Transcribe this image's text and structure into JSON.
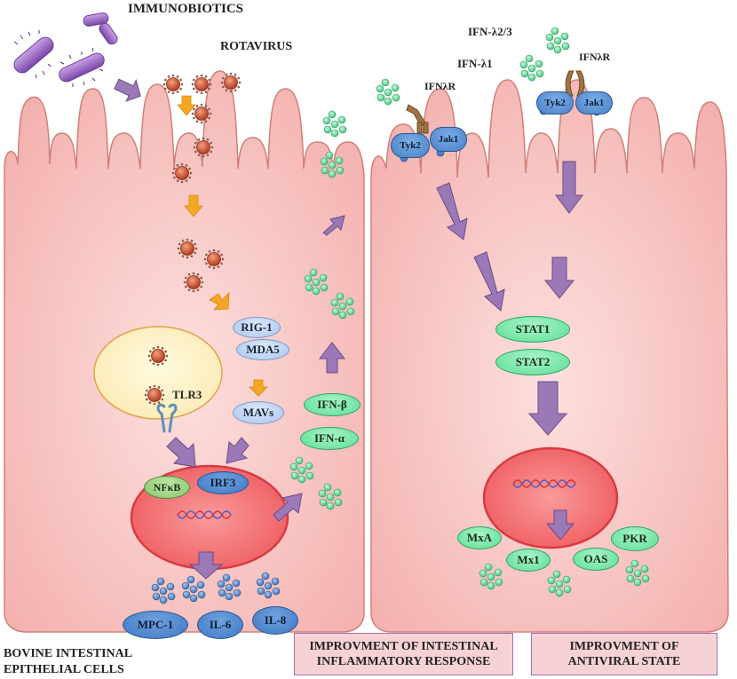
{
  "labels": {
    "immunobiotics": "IMMUNOBIOTICS",
    "rotavirus": "ROTAVIRUS",
    "ifn_l23": "IFN-λ2/3",
    "ifn_l1": "IFN-λ1",
    "ifnlr_left": "IFNλR",
    "ifnlr_right": "IFNλR",
    "tlr3": "TLR3",
    "cells_line1": "BOVINE INTESTINAL",
    "cells_line2": "EPITHELIAL CELLS"
  },
  "receptor_kinases": {
    "tyk2_left": "Tyk2",
    "jak1_left": "Jak1",
    "tyk2_right": "Tyk2",
    "jak1_right": "Jak1"
  },
  "sensors": {
    "rig1": "RIG-1",
    "mda5": "MDA5",
    "mavs": "MAVs"
  },
  "transcription_factors": {
    "nfkb": "NFκB",
    "irf3": "IRF3",
    "stat1": "STAT1",
    "stat2": "STAT2"
  },
  "interferons": {
    "ifn_beta": "IFN-β",
    "ifn_alpha": "IFN-α"
  },
  "cytokines": {
    "mpc1": "MPC-1",
    "il6": "IL-6",
    "il8": "IL-8"
  },
  "antiviral_proteins": {
    "mxa": "MxA",
    "mx1": "Mx1",
    "oas": "OAS",
    "pkr": "PKR"
  },
  "outcomes": {
    "inflammatory": "IMPROVMENT OF INTESTINAL INFLAMMATORY RESPONSE",
    "antiviral": "IMPROVMENT OF ANTIVIRAL STATE"
  },
  "colors": {
    "cell_fill": "#f5b9b6",
    "cell_stroke": "#d08079",
    "nucleus": "#f26e72",
    "interferon_green": "#5cdd93",
    "cytokine_blue": "#4f87c9",
    "arrow_purple": "#9a79b6",
    "virus_arrow": "#f5a623",
    "virus_red": "#c8452a"
  }
}
